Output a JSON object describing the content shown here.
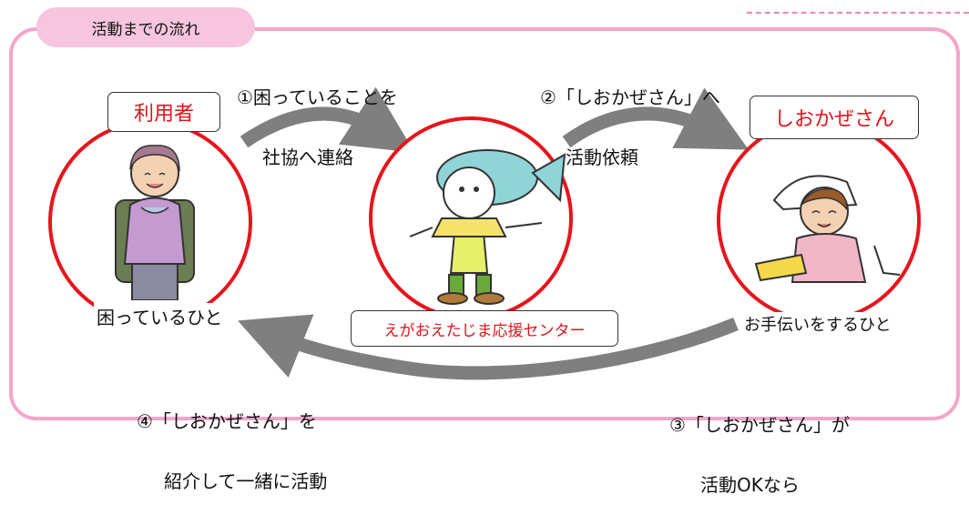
{
  "tab_title": "活動までの流れ",
  "nodes": {
    "user": {
      "label": "利用者",
      "caption": "困っているひと"
    },
    "center": {
      "label": "えがおえたじま応援センター"
    },
    "helper": {
      "label": "しおかぜさん",
      "caption": "お手伝いをするひと"
    }
  },
  "steps": {
    "step1": {
      "line1": "①困っていることを",
      "line2": "社協へ連絡"
    },
    "step2": {
      "line1": "②「しおかぜさん」へ",
      "line2": "活動依頼"
    },
    "step3": {
      "line1": "③「しおかぜさん」が",
      "line2": "活動OKなら"
    },
    "step4": {
      "line1": "④「しおかぜさん」を",
      "line2": "紹介して一緒に活動"
    }
  },
  "colors": {
    "frame": "#f4a6c9",
    "tab": "#f7c5df",
    "circle": "#e8141c",
    "label_text": "#e0141c",
    "arrow": "#7f7f7f"
  }
}
